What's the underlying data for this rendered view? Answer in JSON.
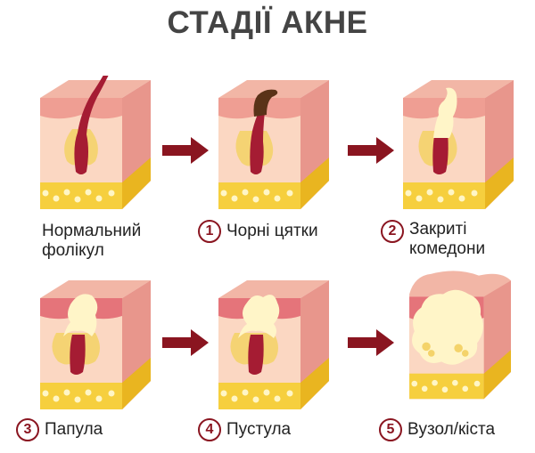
{
  "title": "СТАДІЇ АКНЕ",
  "colors": {
    "title": "#444444",
    "label": "#222222",
    "number_ring": "#8a1520",
    "arrow": "#8a1520",
    "skin_top": "#f2b6a6",
    "skin_dark": "#e58a82",
    "dermis": "#fbd7c2",
    "fat": "#f6cf3e",
    "follicle": "#a51c33",
    "sebum": "#fff5c8",
    "blackhead": "#5a3218"
  },
  "stages": [
    {
      "number": "",
      "line1": "Нормальний",
      "line2": "фолікул"
    },
    {
      "number": "1",
      "line1": "Чорні цятки",
      "line2": ""
    },
    {
      "number": "2",
      "line1": "Закриті",
      "line2": "комедони"
    },
    {
      "number": "3",
      "line1": "Папула",
      "line2": ""
    },
    {
      "number": "4",
      "line1": "Пустула",
      "line2": ""
    },
    {
      "number": "5",
      "line1": "Вузол/кіста",
      "line2": ""
    }
  ]
}
